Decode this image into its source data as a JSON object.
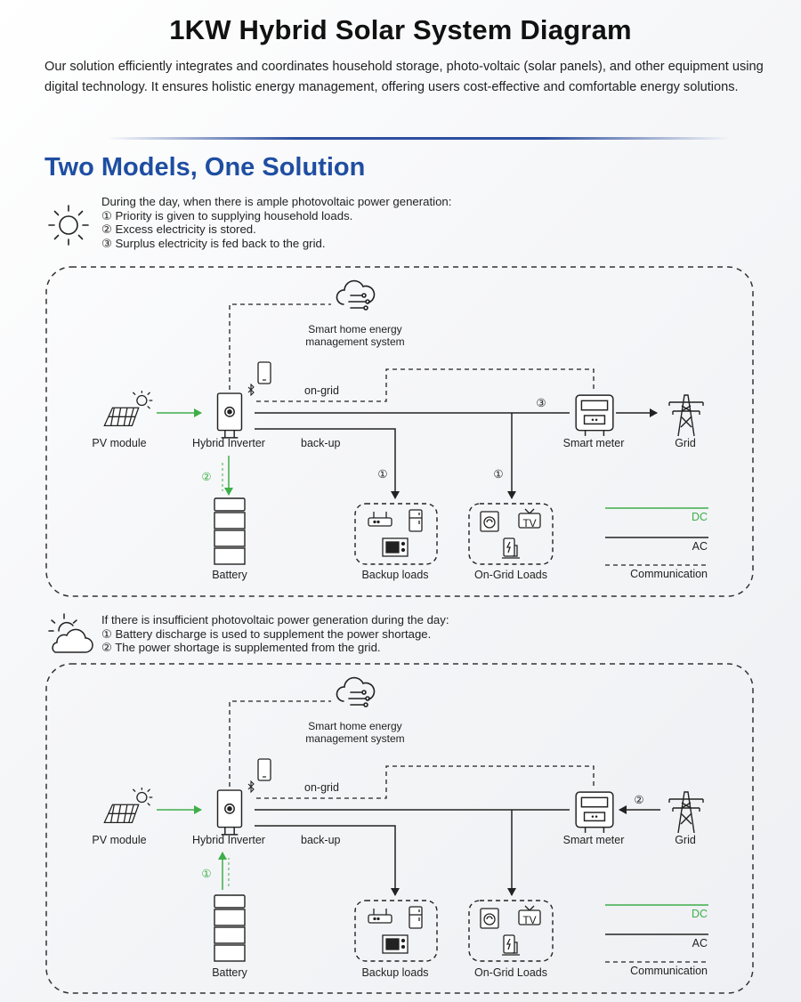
{
  "header": {
    "title": "1KW Hybrid Solar System Diagram",
    "intro": "Our solution efficiently integrates and coordinates household storage, photo-voltaic (solar panels), and other equipment using digital technology. It ensures holistic energy management, offering users cost-effective and comfortable energy solutions.",
    "section_heading": "Two Models, One Solution"
  },
  "colors": {
    "accent_blue": "#1f4ea1",
    "dc_green": "#3fae49",
    "line": "#222222"
  },
  "scenario1": {
    "condition": "During the day, when there is ample photovoltaic power generation:",
    "steps": [
      "① Priority is given to supplying household loads.",
      "② Excess electricity is stored.",
      "③ Surplus electricity is fed back to the grid."
    ],
    "labels": {
      "smart_home": "Smart home energy",
      "smart_home2": "management system",
      "on_grid": "on-grid",
      "back_up": "back-up",
      "pv_module": "PV module",
      "hybrid_inverter": "Hybrid Inverter",
      "battery": "Battery",
      "backup_loads": "Backup loads",
      "on_grid_loads": "On-Grid Loads",
      "smart_meter": "Smart meter",
      "grid": "Grid",
      "dc": "DC",
      "ac": "AC",
      "communication": "Communication",
      "m1": "①",
      "m2": "②",
      "m3": "③",
      "tv": "TV"
    }
  },
  "scenario2": {
    "condition": "If there is insufficient photovoltaic power generation during the day:",
    "steps": [
      "① Battery discharge is used to supplement the power shortage.",
      "② The power shortage is supplemented from the grid."
    ],
    "labels": {
      "smart_home": "Smart home energy",
      "smart_home2": "management system",
      "on_grid": "on-grid",
      "back_up": "back-up",
      "pv_module": "PV module",
      "hybrid_inverter": "Hybrid Inverter",
      "battery": "Battery",
      "backup_loads": "Backup loads",
      "on_grid_loads": "On-Grid Loads",
      "smart_meter": "Smart meter",
      "grid": "Grid",
      "dc": "DC",
      "ac": "AC",
      "communication": "Communication",
      "m1": "①",
      "m2": "②",
      "tv": "TV"
    }
  }
}
